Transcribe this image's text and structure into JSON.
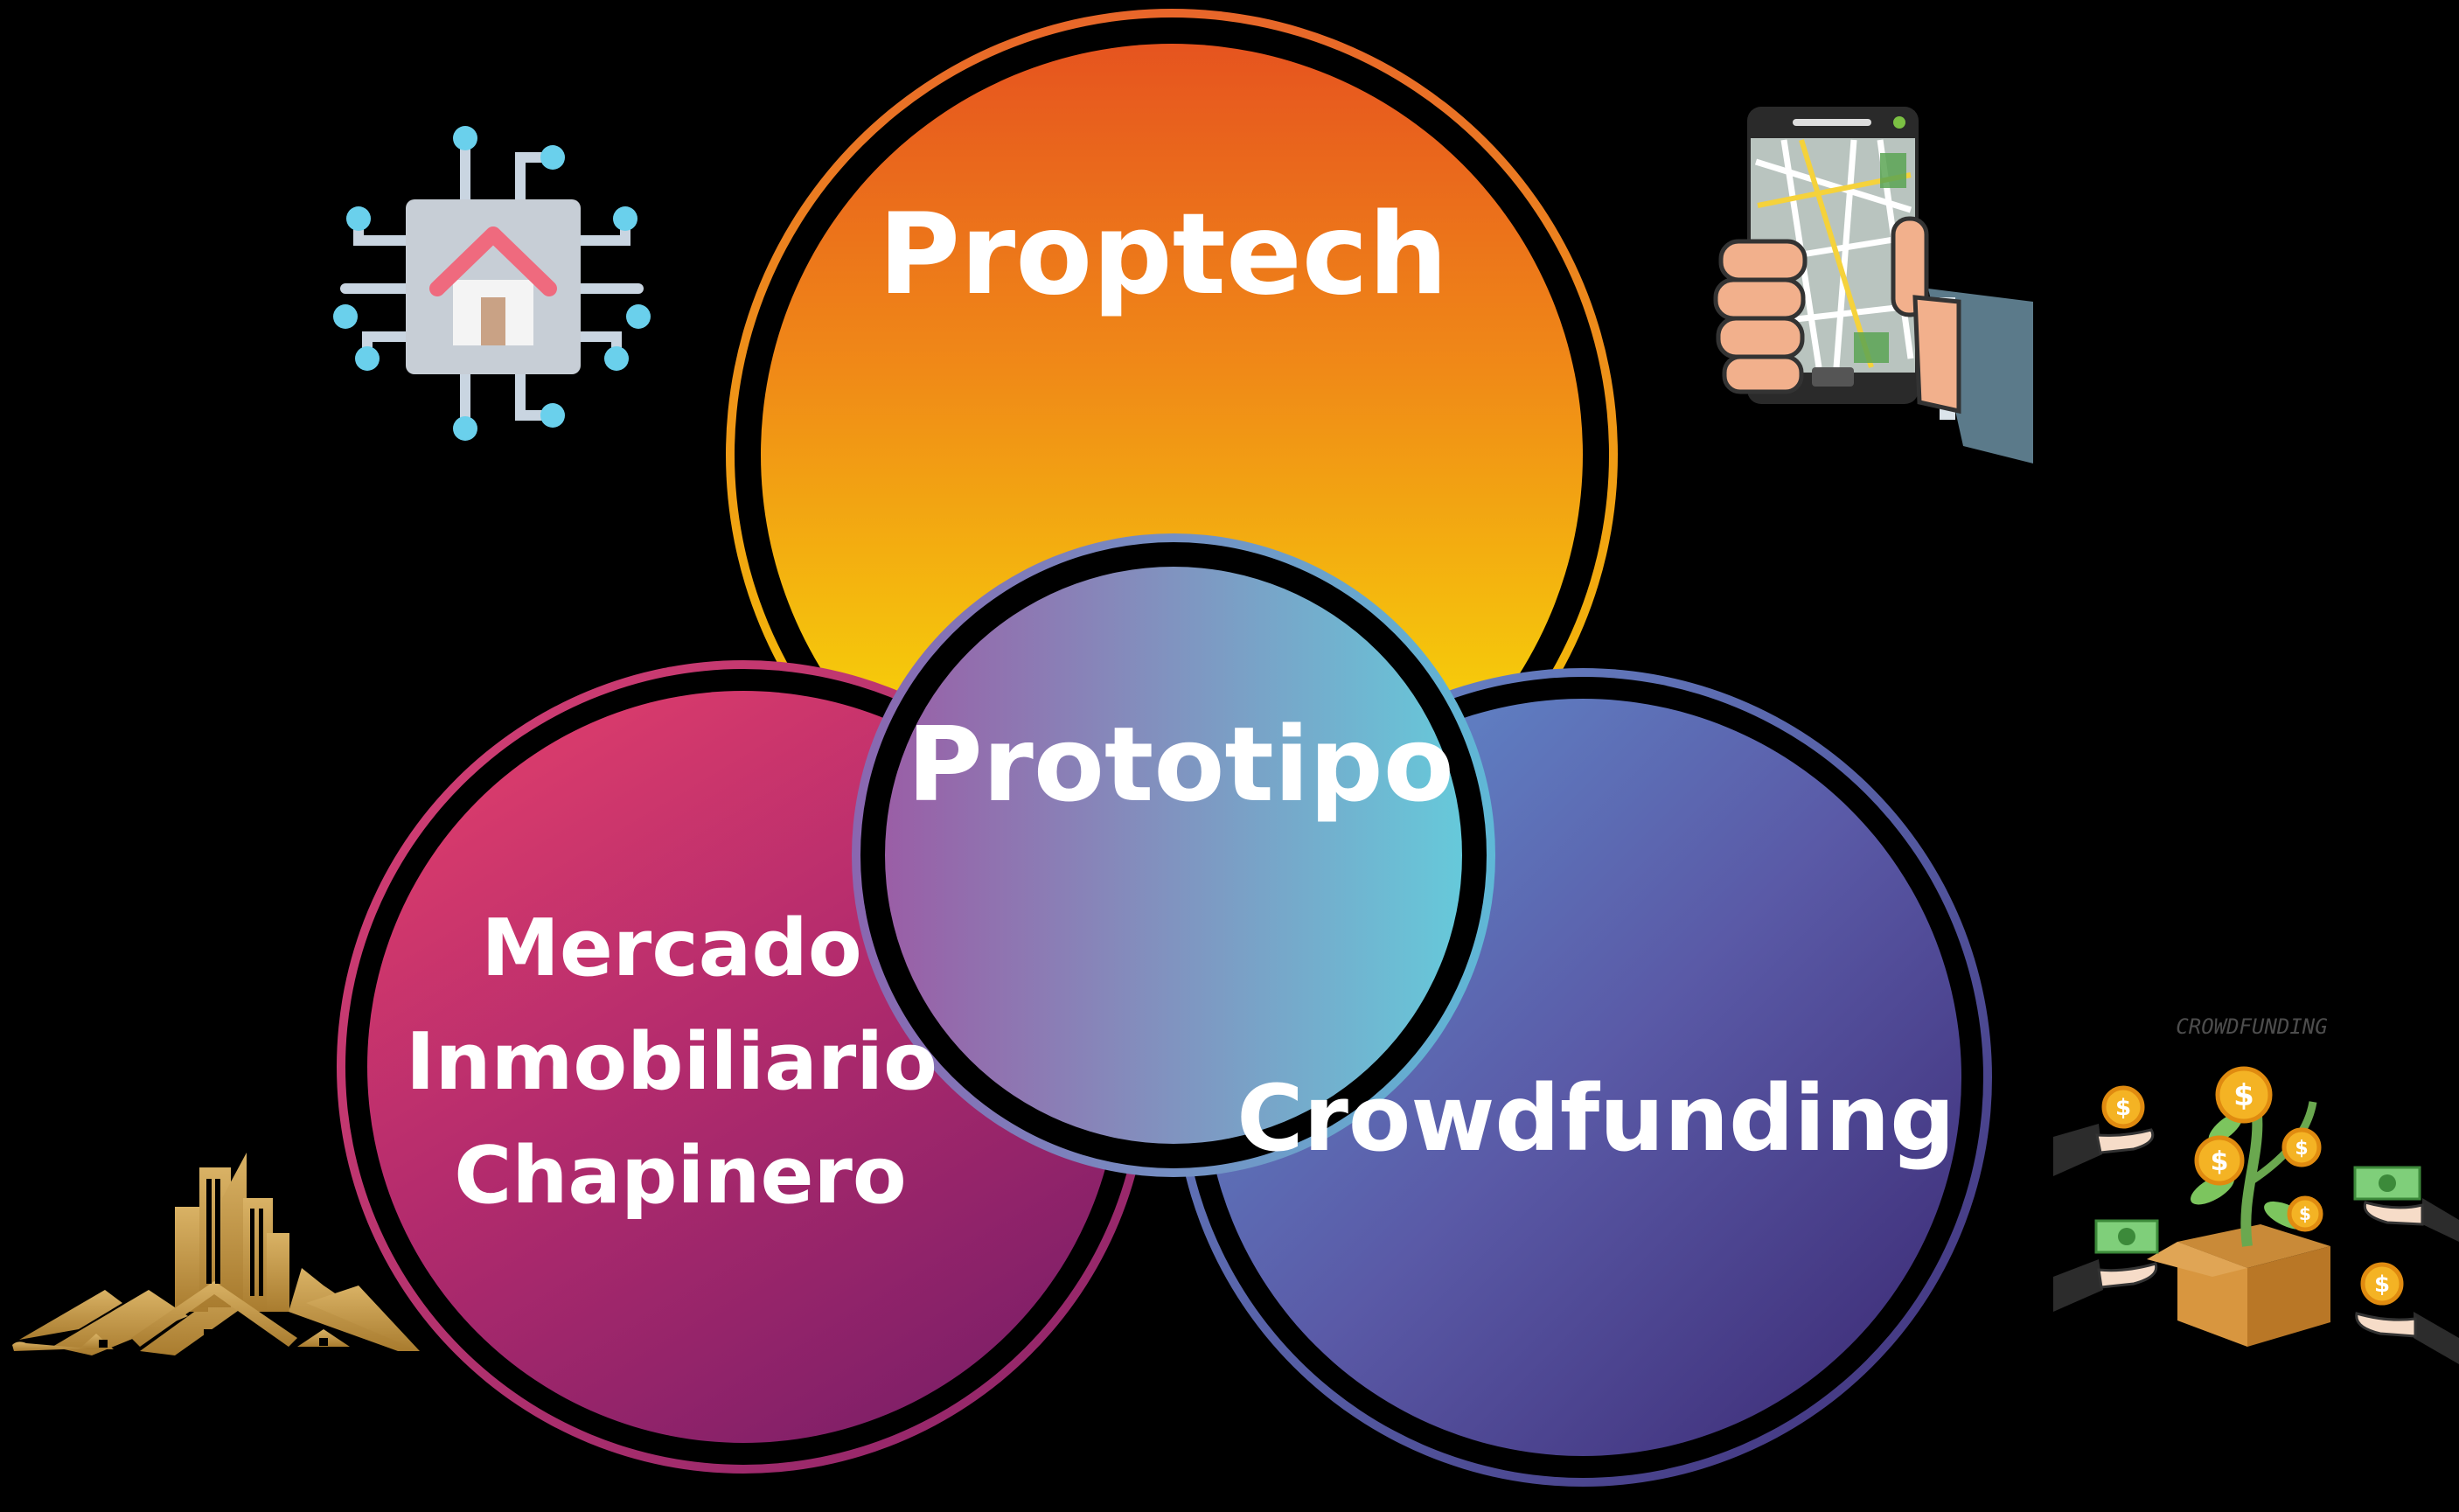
{
  "diagram": {
    "circles": {
      "top": {
        "label": "Proptech"
      },
      "center": {
        "label": "Prototipo"
      },
      "left": {
        "lines": [
          "Mercado",
          "Inmobiliario",
          "Chapinero"
        ]
      },
      "right": {
        "label": "Crowdfunding"
      }
    },
    "icons": {
      "chip": "smart-home-chip-icon",
      "phone": "phone-map-icon",
      "buildings": "city-buildings-logo-icon",
      "crowdfunding": "crowdfunding-money-plant-icon"
    },
    "crowdfunding_caption": "CROWDFUNDING",
    "colors": {
      "background": "#000000",
      "top_gradient": [
        "#e85a24",
        "#f08c1a",
        "#f5c80c",
        "#fbe600"
      ],
      "left_gradient": [
        "#de3f6c",
        "#b52e6c",
        "#8e2069"
      ],
      "right_gradient": [
        "#5f85c7",
        "#5a5aa8",
        "#3b2a75"
      ],
      "center_gradient": [
        "#9466a8",
        "#6cc6d8"
      ]
    }
  }
}
